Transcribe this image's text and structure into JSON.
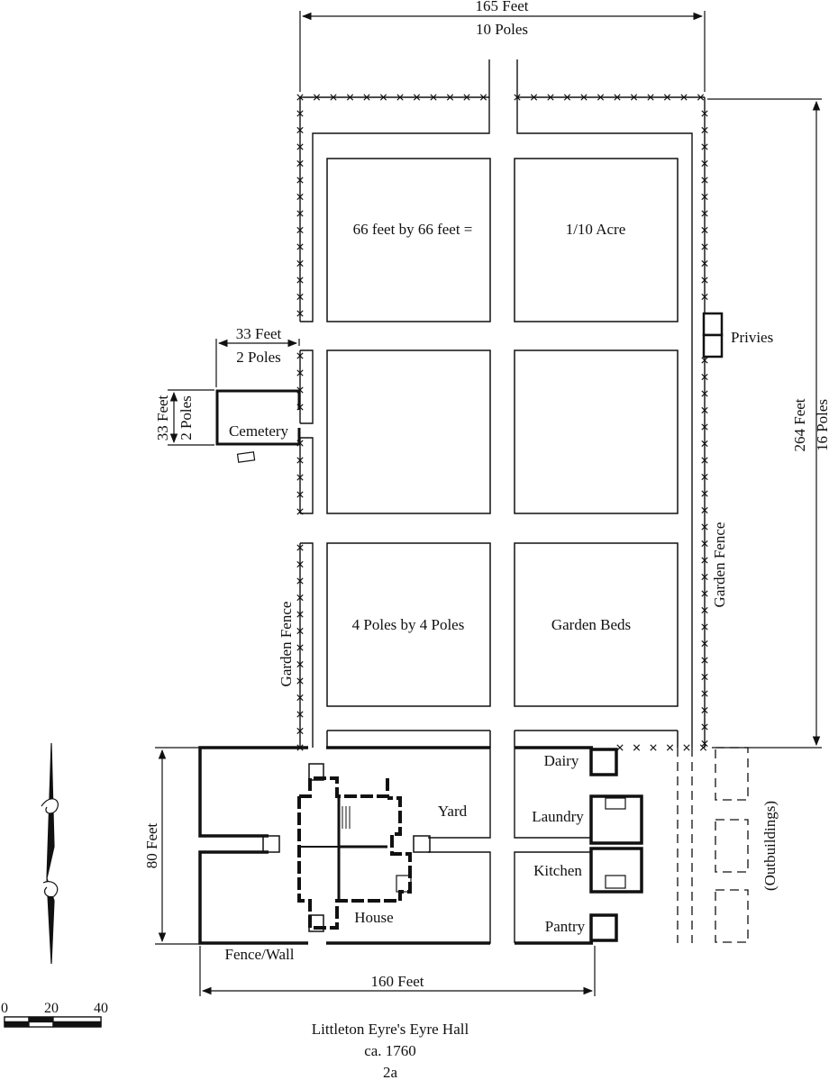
{
  "top_dimension": {
    "feet": "165 Feet",
    "poles": "10 Poles"
  },
  "side_dimension": {
    "feet": "264 Feet",
    "poles": "16 Poles"
  },
  "cemetery_width": {
    "feet": "33 Feet",
    "poles": "2 Poles"
  },
  "cemetery_height": {
    "feet": "33 Feet",
    "poles": "2 Poles"
  },
  "house_dimension": {
    "height": "80 Feet",
    "width": "160 Feet"
  },
  "labels": {
    "bed_size": "66 feet by 66 feet =",
    "bed_area": "1/10 Acre",
    "bed_poles": "4 Poles by 4 Poles",
    "garden_beds": "Garden Beds",
    "garden_fence_left": "Garden Fence",
    "garden_fence_right": "Garden Fence",
    "privies": "Privies",
    "cemetery": "Cemetery",
    "yard": "Yard",
    "house": "House",
    "fence_wall": "Fence/Wall",
    "dairy": "Dairy",
    "laundry": "Laundry",
    "kitchen": "Kitchen",
    "pantry": "Pantry",
    "outbuildings": "(Outbuildings)"
  },
  "scale_bar": {
    "ticks": [
      "0",
      "20",
      "40"
    ]
  },
  "caption": {
    "line1": "Littleton Eyre's Eyre Hall",
    "line2": "ca. 1760",
    "line3": "2a"
  }
}
